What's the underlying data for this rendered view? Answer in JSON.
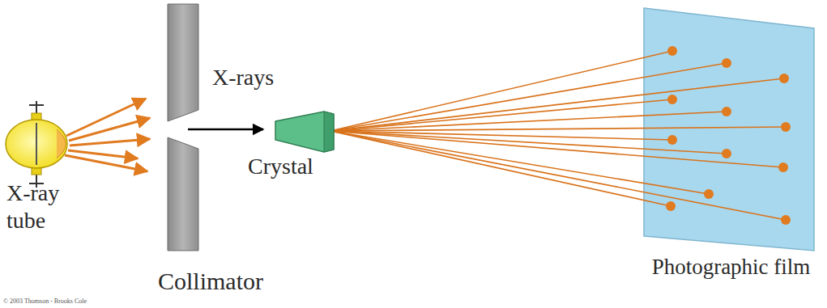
{
  "diagram": {
    "labels": [
      "X-rays",
      "Crystal",
      "X-ray tube",
      "Collimator",
      "Photographic film",
      "© 2003 Thomson - Brooks Cole"
    ]
  }
}
